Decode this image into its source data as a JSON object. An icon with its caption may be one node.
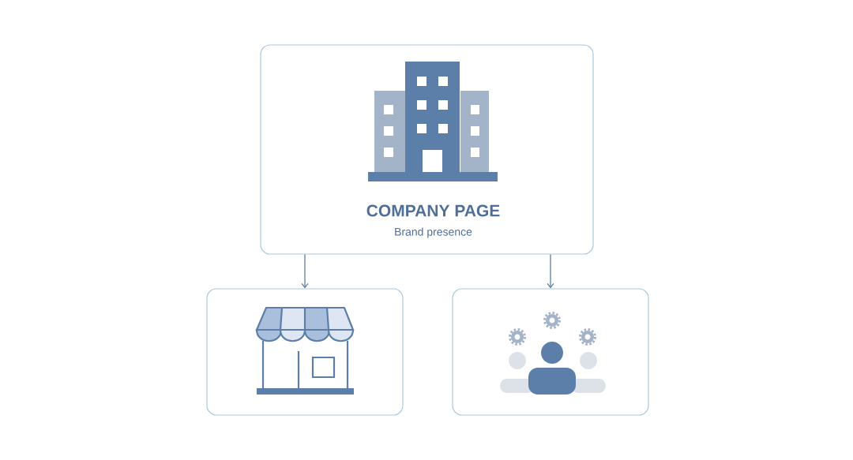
{
  "diagram": {
    "nodes": [
      {
        "text": [
          "COMPANY PAGE",
          "Brand presence"
        ]
      },
      {
        "text": [],
        "shape": "box"
      },
      {
        "text": [],
        "shape": "box"
      }
    ],
    "edges": [
      {
        "from": 0,
        "to": 1,
        "arrow": "to"
      },
      {
        "from": 0,
        "to": 2,
        "arrow": "to"
      }
    ]
  }
}
